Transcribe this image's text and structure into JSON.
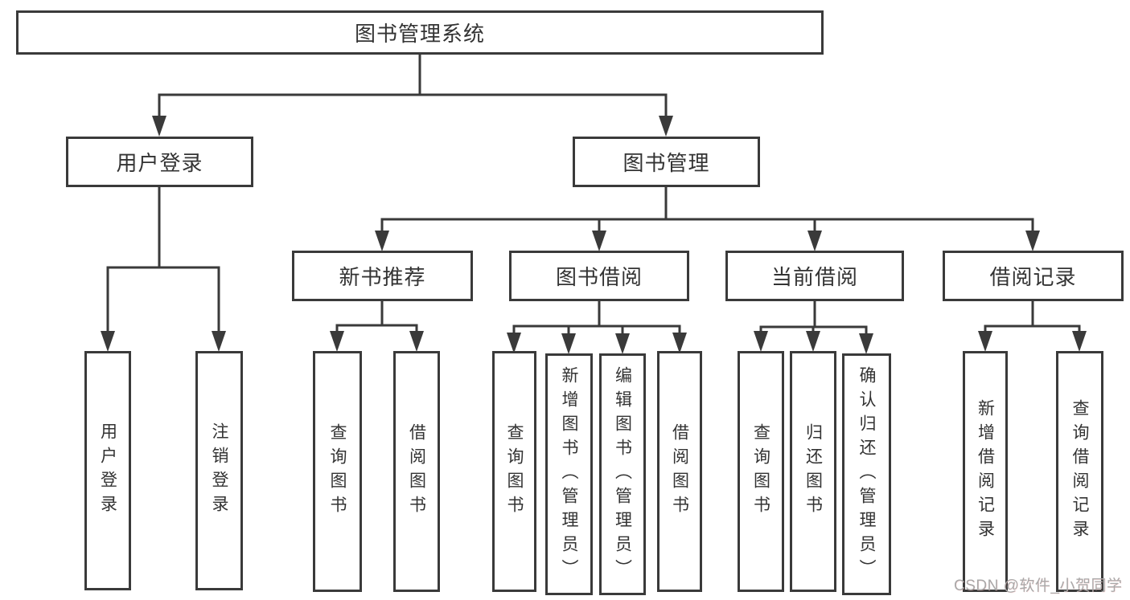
{
  "diagram": {
    "root": {
      "label": "图书管理系统"
    },
    "level2": {
      "user_login": {
        "label": "用户登录"
      },
      "book_mgmt": {
        "label": "图书管理"
      }
    },
    "level3": {
      "new_book_rec": {
        "label": "新书推荐"
      },
      "book_borrow": {
        "label": "图书借阅"
      },
      "current_borrow": {
        "label": "当前借阅"
      },
      "borrow_record": {
        "label": "借阅记录"
      }
    },
    "leaves": {
      "login": {
        "label": "用户登录"
      },
      "logout": {
        "label": "注销登录"
      },
      "rec_query_book": {
        "label": "查询图书"
      },
      "rec_borrow_book": {
        "label": "借阅图书"
      },
      "bb_query_book": {
        "label": "查询图书"
      },
      "bb_add_book": {
        "label": "新增图书（管理员）"
      },
      "bb_edit_book": {
        "label": "编辑图书（管理员）"
      },
      "bb_borrow_book": {
        "label": "借阅图书"
      },
      "cb_query_book": {
        "label": "查询图书"
      },
      "cb_return_book": {
        "label": "归还图书"
      },
      "cb_confirm_return": {
        "label": "确认归还（管理员）"
      },
      "br_add_record": {
        "label": "新增借阅记录"
      },
      "br_query_record": {
        "label": "查询借阅记录"
      }
    },
    "watermark": "CSDN @软件_小贺同学",
    "colors": {
      "line": "#3a3a3a",
      "text": "#333333",
      "box_fill": "#ffffff",
      "watermark": "#a9a9a9"
    }
  }
}
